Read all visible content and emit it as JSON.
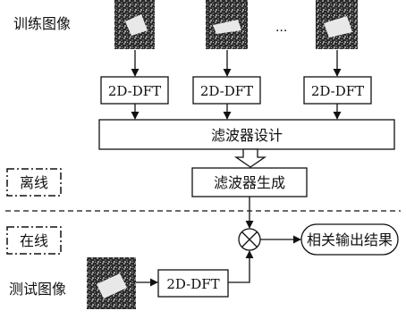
{
  "labels": {
    "train_images": "训练图像",
    "ellipsis": "···",
    "dft": "2D-DFT",
    "filter_design": "滤波器设计",
    "filter_generation": "滤波器生成",
    "offline": "离线",
    "online": "在线",
    "correlation_output": "相关输出结果",
    "test_image": "测试图像"
  },
  "icons": {
    "multiply": "circled-times",
    "arrow": "arrow-down"
  },
  "colors": {
    "stroke": "#111111",
    "box_fill": "#ffffff",
    "texture_dark": "#1e1e1e",
    "texture_light": "#e8e8e8"
  }
}
